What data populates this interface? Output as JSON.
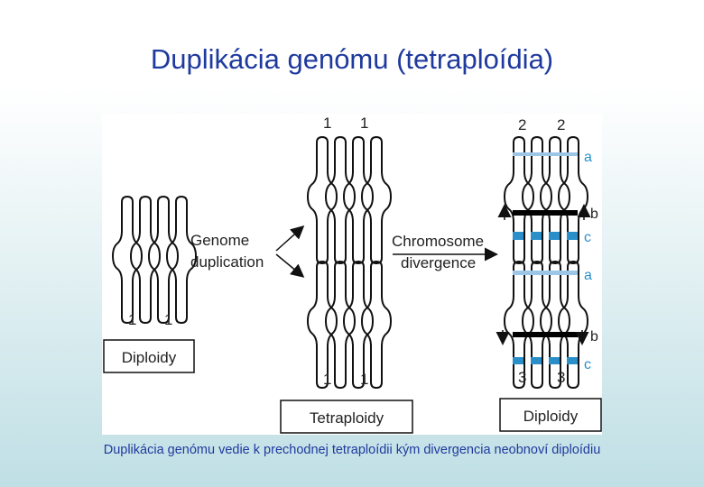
{
  "slide": {
    "title": "Duplikácia genómu (tetraploídia)",
    "caption": "Duplikácia genómu vedie k prechodnej tetraploídii kým divergencia neobnoví diploídiu"
  },
  "figure": {
    "diploid_numbers": [
      "1",
      "1"
    ],
    "tetraploid_top_numbers": [
      "1",
      "1"
    ],
    "tetraploid_bottom_numbers": [
      "1",
      "1"
    ],
    "right_top_numbers": [
      "2",
      "2"
    ],
    "right_bottom_numbers": [
      "3",
      "3"
    ],
    "step1_label": [
      "Genome",
      "duplication"
    ],
    "step2_label": [
      "Chromosome",
      "divergence"
    ],
    "box_left": "Diploidy",
    "box_middle": "Tetraploidy",
    "box_right": "Diploidy",
    "band_letters_top": [
      "a",
      "b",
      "c"
    ],
    "band_letters_bottom": [
      "a",
      "b",
      "c"
    ],
    "colors": {
      "band_blue": "#2a8fc9",
      "band_light_blue": "#9cc6e6",
      "band_black": "#000000"
    }
  }
}
